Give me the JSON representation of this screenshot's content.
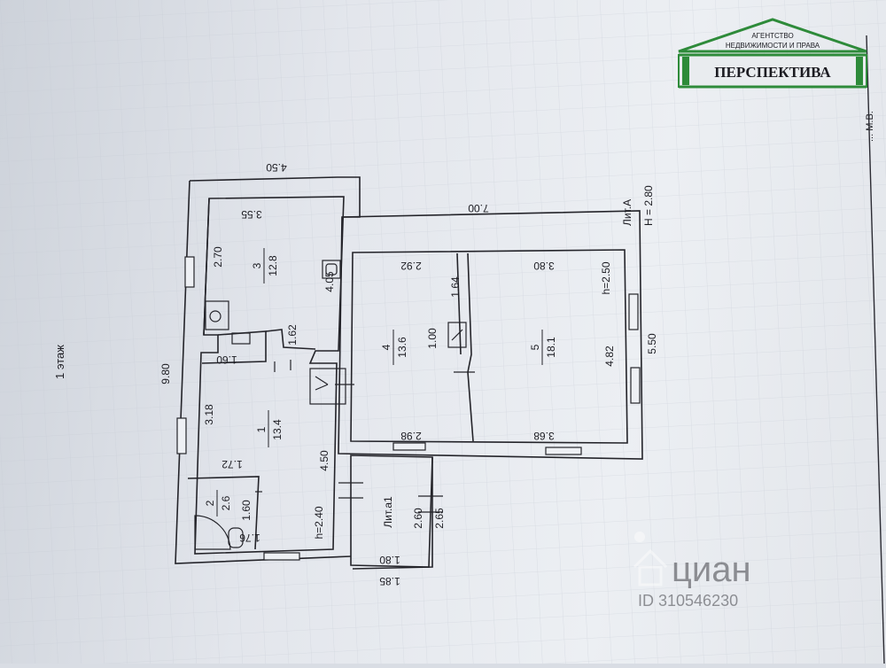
{
  "logo": {
    "agency_line1": "АГЕНТСТВО",
    "agency_line2": "НЕДВИЖИМОСТИ И ПРАВА",
    "brand": "ПЕРСПЕКТИВА"
  },
  "floor_label": "1 этаж",
  "building": {
    "lit": "Лит.А",
    "height": "H = 2.80",
    "width_front": "7.00",
    "depth_total": "9.80",
    "wing_width": "4.50",
    "depth_right": "5.50"
  },
  "rooms": [
    {
      "num": "1",
      "area": "13.4"
    },
    {
      "num": "2",
      "area": "2.6"
    },
    {
      "num": "3",
      "area": "12.8"
    },
    {
      "num": "4",
      "area": "13.6"
    },
    {
      "num": "5",
      "area": "18.1"
    }
  ],
  "annex": {
    "lit": "Лит.а1",
    "dim_depth_inner": "2.60",
    "dim_depth_outer": "2.65",
    "dim_width_inner": "1.80",
    "dim_width_outer": "1.85"
  },
  "dims": {
    "r3_width": "3.55",
    "r3_depth_a": "2.70",
    "r3_depth_b": "4.05",
    "r3_notch": "1.62",
    "r1_notch": "1.60",
    "r1_depth": "3.18",
    "r1_depth_right": "4.50",
    "r1_width_low": "1.72",
    "r2_width": "1.76",
    "r2_depth": "1.60",
    "h_240": "h=2.40",
    "r4_width_top": "2.92",
    "r4_width_bottom": "2.98",
    "r4_part_a": "1.64",
    "r4_part_b": "1.00",
    "r5_width_top": "3.80",
    "r5_width_bottom": "3.68",
    "r5_depth": "4.82",
    "h_250": "h=2.50"
  },
  "side_text": "... М.В.",
  "watermark": {
    "brand": "циан",
    "id": "ID 310546230"
  }
}
